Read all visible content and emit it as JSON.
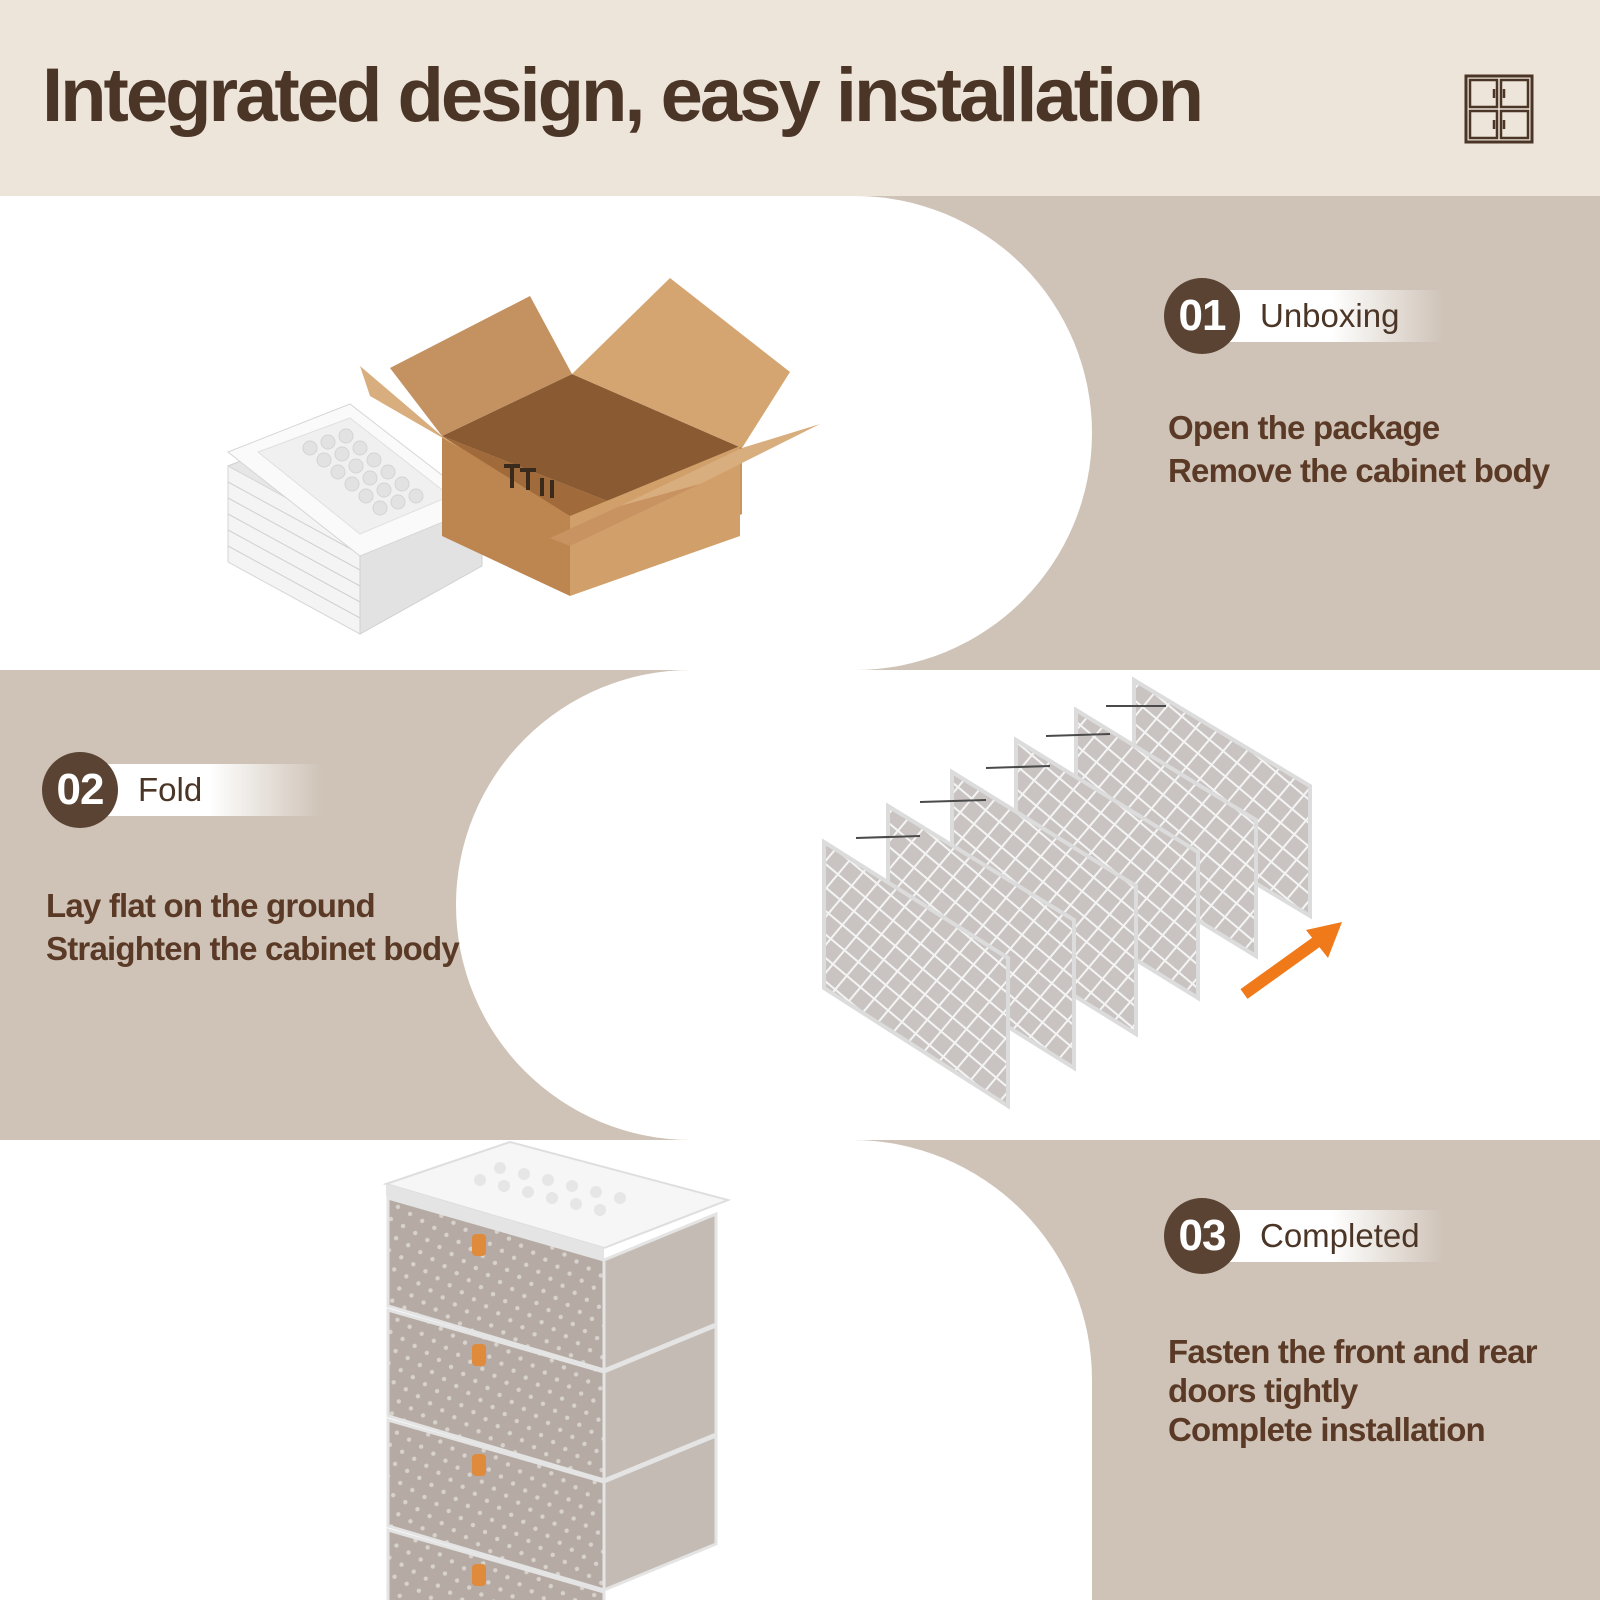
{
  "header": {
    "title": "Integrated design, easy installation"
  },
  "steps": [
    {
      "number": "01",
      "label": "Unboxing",
      "lines": [
        "Open the package",
        "Remove the cabinet body"
      ]
    },
    {
      "number": "02",
      "label": "Fold",
      "lines": [
        "Lay flat on the ground",
        "Straighten the cabinet body"
      ]
    },
    {
      "number": "03",
      "label": "Completed",
      "lines": [
        "Fasten the front and rear",
        "doors tightly",
        "Complete installation"
      ]
    }
  ],
  "colors": {
    "header_bg": "#ede4da",
    "band_bg": "#cfc3b7",
    "title": "#4b3526",
    "badge": "#5a4333",
    "text": "#5a3a26",
    "accent_arrow": "#f07a1a",
    "cardboard": "#c9955e"
  },
  "icons": {
    "header": "cabinet-grid-icon",
    "step1": "cardboard-box-illustration",
    "step2": "folded-cabinet-illustration",
    "step3": "stacked-drawers-illustration"
  }
}
